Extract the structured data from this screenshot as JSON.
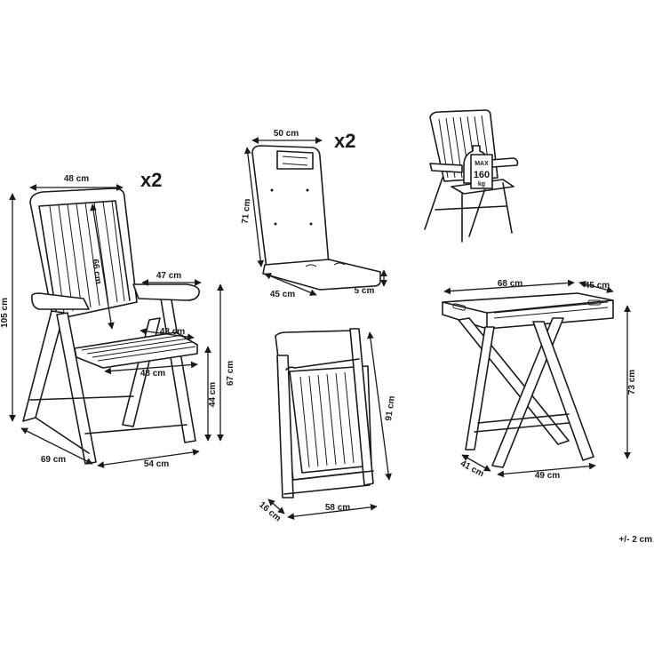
{
  "multipliers": {
    "chair": "x2",
    "cushion": "x2"
  },
  "chair": {
    "width_top": "48 cm",
    "backrest": "66 cm",
    "total_height": "105 cm",
    "armrest": "47 cm",
    "seat_depth": "43 cm",
    "seat_width": "48 cm",
    "armrest_height": "67 cm",
    "seat_height": "44 cm",
    "depth": "69 cm",
    "base_width": "54 cm"
  },
  "cushion": {
    "width": "50 cm",
    "height": "71 cm",
    "depth": "45 cm",
    "thickness": "5 cm"
  },
  "load": {
    "max": "MAX",
    "value": "160",
    "unit": "kg"
  },
  "folded": {
    "height": "91 cm",
    "depth": "16 cm",
    "width": "58 cm"
  },
  "table": {
    "width_top": "68 cm",
    "depth_top": "45 cm",
    "height": "73 cm",
    "depth_base": "41 cm",
    "width_base": "49 cm"
  },
  "tolerance": "+/- 2 cm"
}
